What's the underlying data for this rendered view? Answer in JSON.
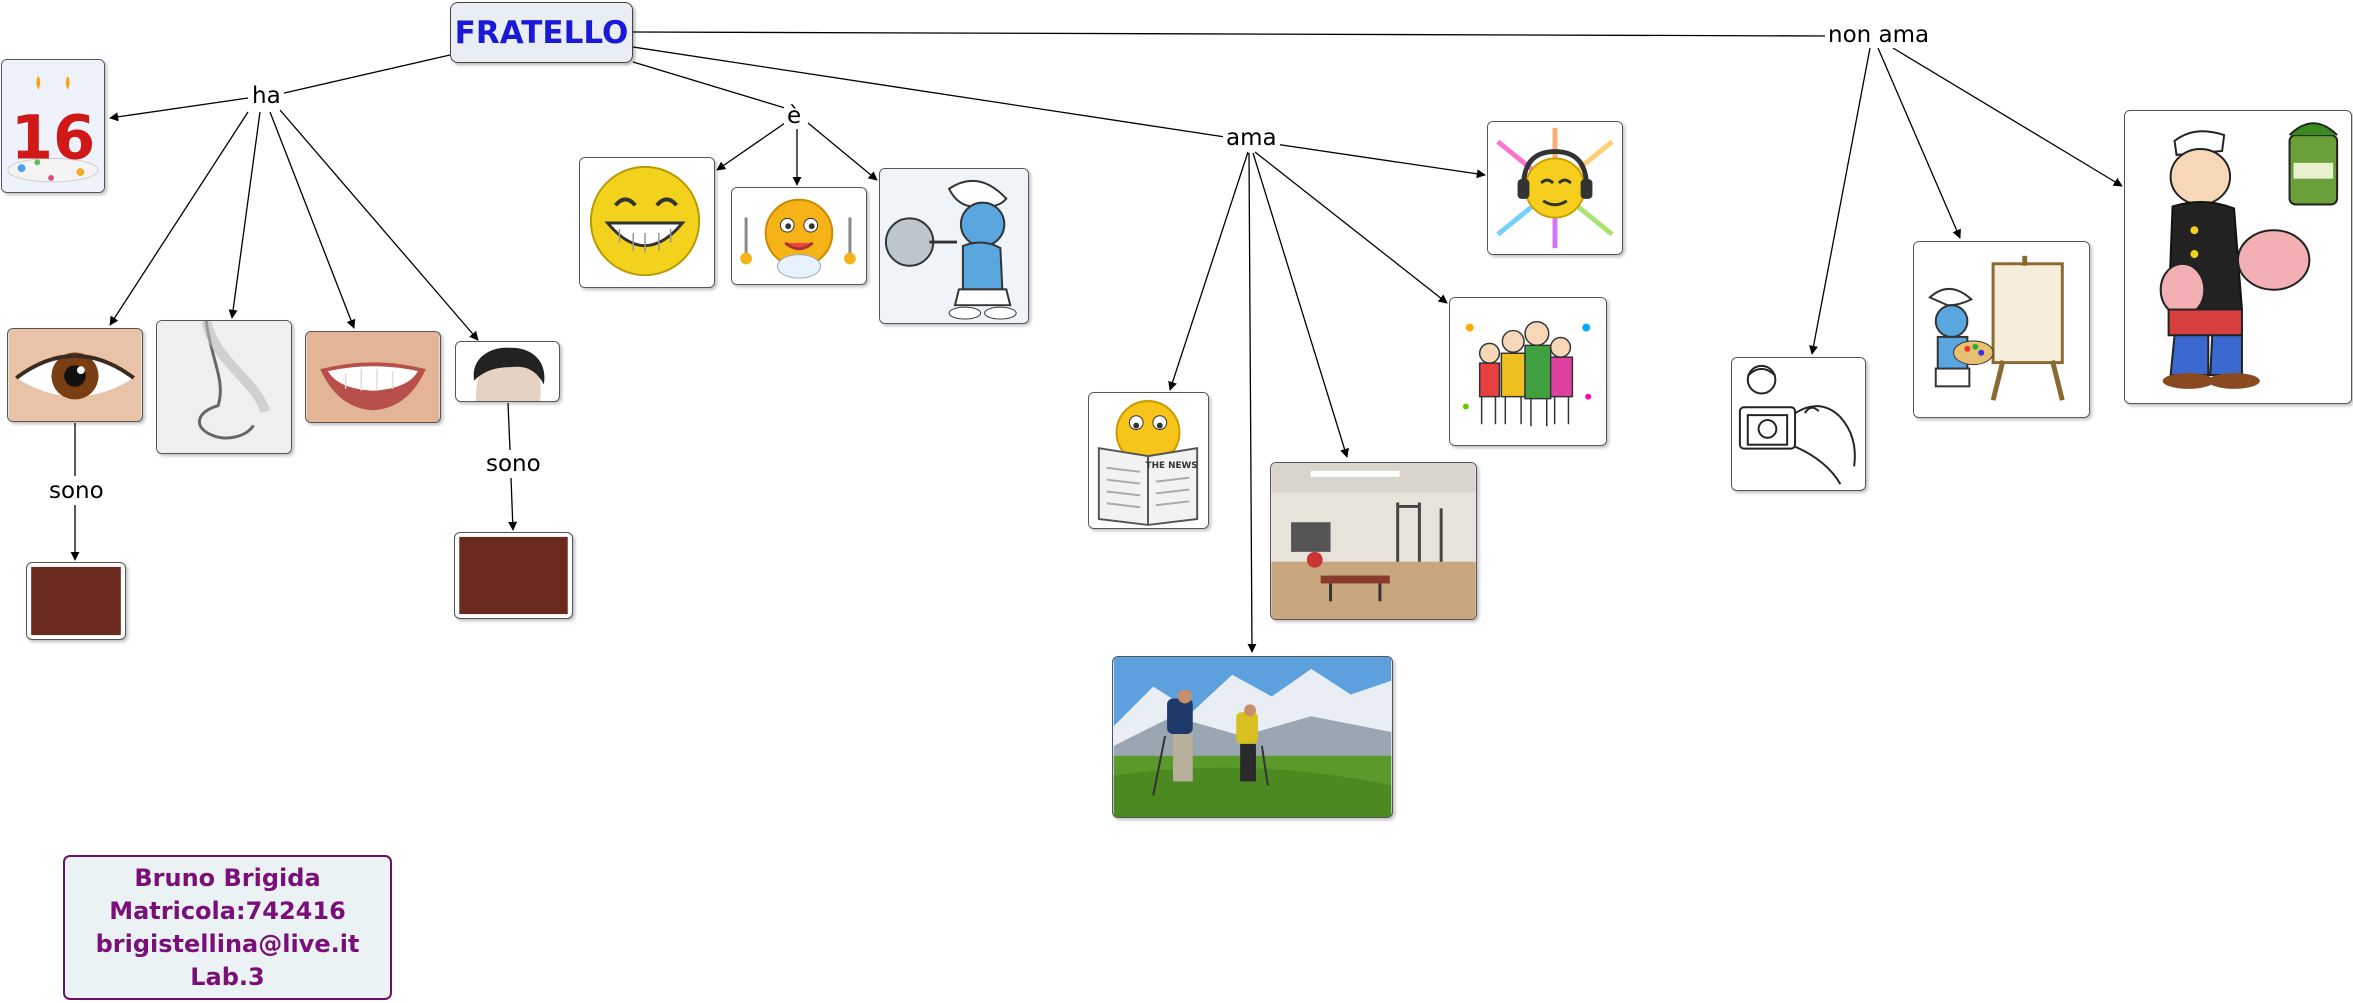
{
  "root": {
    "title": "FRATELLO"
  },
  "relations": {
    "ha": "ha",
    "e": "è",
    "ama": "ama",
    "non_ama": "non ama",
    "sono_eyes": "sono",
    "sono_hair": "sono"
  },
  "author": {
    "name": "Bruno Brigida",
    "matricola": "Matricola:742416",
    "email": "brigistellina@live.it",
    "lab": "Lab.3"
  },
  "colors": {
    "root_text": "#1a1ad6",
    "root_fill": "#e8eef3",
    "author_text": "#7a0f7a",
    "author_border": "#6b0f6b",
    "author_fill": "#eaf2f4",
    "brown_swatch": "#6b2a1e"
  },
  "icons": {
    "age": "birthday-16-candles-icon",
    "eye": "eye-icon",
    "nose": "nose-icon",
    "mouth": "smiling-mouth-icon",
    "hair": "short-hair-icon",
    "brown_eyes": "brown-swatch-icon",
    "brown_hair": "brown-swatch-icon",
    "happy": "grinning-smiley-icon",
    "hungry": "hungry-smiley-icon",
    "strong": "strong-smurf-icon",
    "music": "music-headphones-smiley-icon",
    "friends": "group-of-friends-icon",
    "news": "newspaper-reading-smiley-icon",
    "gym": "gym-room-icon",
    "hiking": "mountain-hiking-icon",
    "photo": "taking-photo-icon",
    "painting": "painter-smurf-icon",
    "spinach": "popeye-spinach-icon"
  }
}
